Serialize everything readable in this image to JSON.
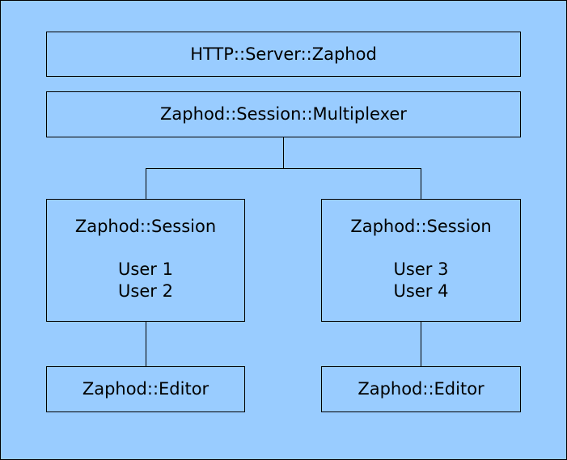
{
  "colors": {
    "background": "#99ccff",
    "stroke": "#000000"
  },
  "nodes": {
    "server": {
      "label": "HTTP::Server::Zaphod"
    },
    "multiplexer": {
      "label": "Zaphod::Session::Multiplexer"
    },
    "session_left": {
      "title": "Zaphod::Session",
      "users": [
        "User 1",
        "User 2"
      ]
    },
    "session_right": {
      "title": "Zaphod::Session",
      "users": [
        "User 3",
        "User 4"
      ]
    },
    "editor_left": {
      "label": "Zaphod::Editor"
    },
    "editor_right": {
      "label": "Zaphod::Editor"
    }
  }
}
